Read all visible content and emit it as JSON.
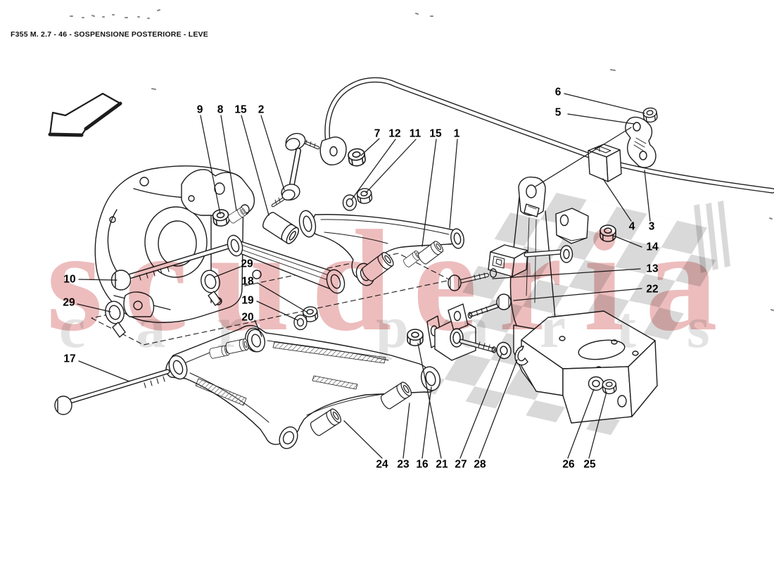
{
  "title": "F355 M. 2.7 - 46 - SOSPENSIONE POSTERIORE - LEVE",
  "watermark": {
    "primary": "scuderia",
    "secondary": "car parts"
  },
  "colors": {
    "line": "#1c1c1c",
    "watermark_red": "#edbdbd",
    "watermark_gray": "#e3e3e3",
    "checker_gray": "rgba(0,0,0,0.15)"
  },
  "icons": {
    "direction_arrow": "hollow arrow pointing lower-left"
  },
  "labels": [
    "9",
    "8",
    "15",
    "2",
    "7",
    "12",
    "11",
    "15",
    "1",
    "6",
    "5",
    "4",
    "3",
    "14",
    "13",
    "22",
    "10",
    "29",
    "29",
    "18",
    "19",
    "20",
    "17",
    "24",
    "23",
    "16",
    "21",
    "27",
    "28",
    "26",
    "25"
  ]
}
